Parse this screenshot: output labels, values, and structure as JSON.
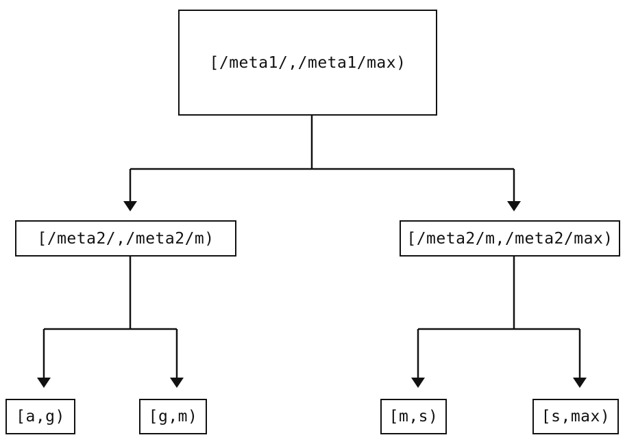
{
  "diagram": {
    "type": "tree",
    "colors": {
      "line": "#111111",
      "text": "#111111",
      "background": "#ffffff"
    },
    "nodes": {
      "root": {
        "label": "[/meta1/,/meta1/max)"
      },
      "left": {
        "label": "[/meta2/,/meta2/m)"
      },
      "right": {
        "label": "[/meta2/m,/meta2/max)"
      },
      "leaf_1": {
        "label": "[a,g)"
      },
      "leaf_2": {
        "label": "[g,m)"
      },
      "leaf_3": {
        "label": "[m,s)"
      },
      "leaf_4": {
        "label": "[s,max)"
      }
    },
    "edges": [
      {
        "from": "root",
        "to": "left"
      },
      {
        "from": "root",
        "to": "right"
      },
      {
        "from": "left",
        "to": "leaf_1"
      },
      {
        "from": "left",
        "to": "leaf_2"
      },
      {
        "from": "right",
        "to": "leaf_3"
      },
      {
        "from": "right",
        "to": "leaf_4"
      }
    ]
  }
}
